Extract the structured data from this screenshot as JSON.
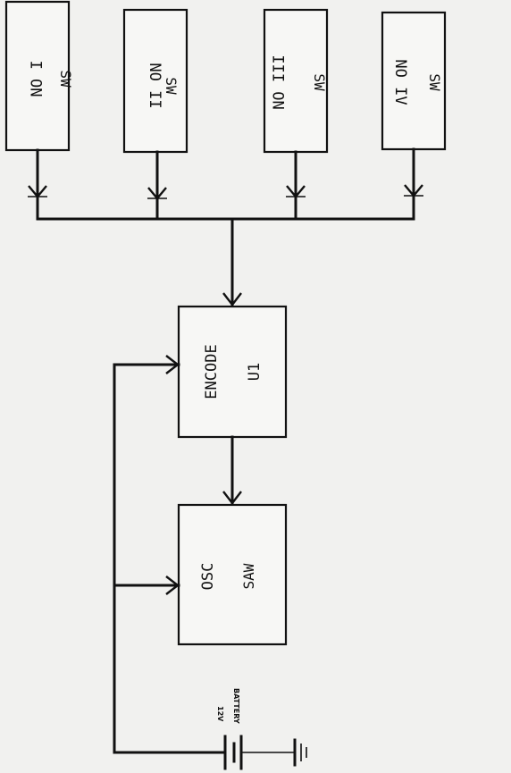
{
  "switches": [
    {
      "name": "NO I",
      "sub": "SW"
    },
    {
      "name": "NO II",
      "sub": "SW"
    },
    {
      "name": "NO III",
      "sub": "SW"
    },
    {
      "name": "NO IV",
      "sub": "SW"
    }
  ],
  "encoder": {
    "name": "ENCODE",
    "sub": "U1"
  },
  "oscillator": {
    "name": "OSC",
    "sub": "SAW"
  },
  "battery": {
    "voltage": "12V",
    "label": "BATTERY"
  }
}
